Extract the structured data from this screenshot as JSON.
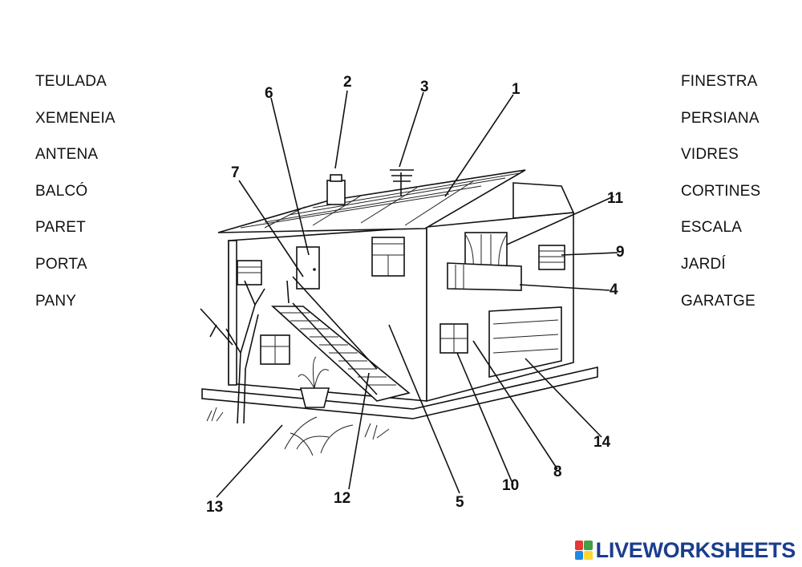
{
  "left_words": [
    "TEULADA",
    "XEMENEIA",
    "ANTENA",
    "BALCÓ",
    "PARET",
    "PORTA",
    "PANY"
  ],
  "right_words": [
    "FINESTRA",
    "PERSIANA",
    "VIDRES",
    "CORTINES",
    "ESCALA",
    "JARDÍ",
    "GARATGE"
  ],
  "numbers": {
    "n1": "1",
    "n2": "2",
    "n3": "3",
    "n4": "4",
    "n5": "5",
    "n6": "6",
    "n7": "7",
    "n8": "8",
    "n9": "9",
    "n10": "10",
    "n11": "11",
    "n12": "12",
    "n13": "13",
    "n14": "14"
  },
  "brand": {
    "text": "LIVEWORKSHEETS",
    "colors": {
      "text": "#1a3d8f",
      "icon_1": "#e53935",
      "icon_2": "#43a047",
      "icon_3": "#1e88e5",
      "icon_4": "#fdd835"
    }
  }
}
